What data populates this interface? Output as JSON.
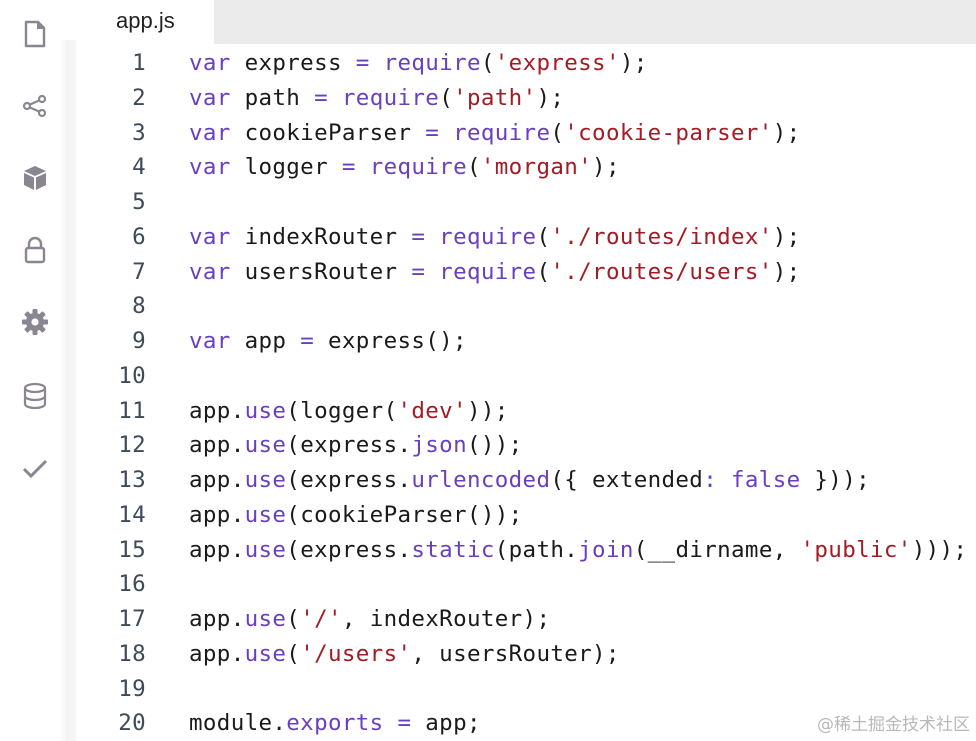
{
  "sidebar": {
    "items": [
      {
        "name": "file-icon"
      },
      {
        "name": "share-icon"
      },
      {
        "name": "package-icon"
      },
      {
        "name": "lock-icon"
      },
      {
        "name": "gear-icon"
      },
      {
        "name": "database-icon"
      },
      {
        "name": "check-icon"
      }
    ]
  },
  "tabs": [
    {
      "label": "app.js",
      "active": true
    }
  ],
  "colors": {
    "keyword": "#6a3fbf",
    "string": "#a31b24",
    "text": "#1a1a1a",
    "line_number": "#3e4a57",
    "icon": "#8a8590",
    "tabbar_bg": "#ebebeb"
  },
  "editor": {
    "lines": [
      {
        "n": "1",
        "tokens": [
          [
            "kw",
            "var"
          ],
          [
            "t",
            " express "
          ],
          [
            "op",
            "="
          ],
          [
            "t",
            " "
          ],
          [
            "fn",
            "require"
          ],
          [
            "t",
            "("
          ],
          [
            "str",
            "'express'"
          ],
          [
            "t",
            ");"
          ]
        ]
      },
      {
        "n": "2",
        "tokens": [
          [
            "kw",
            "var"
          ],
          [
            "t",
            " path "
          ],
          [
            "op",
            "="
          ],
          [
            "t",
            " "
          ],
          [
            "fn",
            "require"
          ],
          [
            "t",
            "("
          ],
          [
            "str",
            "'path'"
          ],
          [
            "t",
            ");"
          ]
        ]
      },
      {
        "n": "3",
        "tokens": [
          [
            "kw",
            "var"
          ],
          [
            "t",
            " cookieParser "
          ],
          [
            "op",
            "="
          ],
          [
            "t",
            " "
          ],
          [
            "fn",
            "require"
          ],
          [
            "t",
            "("
          ],
          [
            "str",
            "'cookie-parser'"
          ],
          [
            "t",
            ");"
          ]
        ]
      },
      {
        "n": "4",
        "tokens": [
          [
            "kw",
            "var"
          ],
          [
            "t",
            " logger "
          ],
          [
            "op",
            "="
          ],
          [
            "t",
            " "
          ],
          [
            "fn",
            "require"
          ],
          [
            "t",
            "("
          ],
          [
            "str",
            "'morgan'"
          ],
          [
            "t",
            ");"
          ]
        ]
      },
      {
        "n": "5",
        "tokens": []
      },
      {
        "n": "6",
        "tokens": [
          [
            "kw",
            "var"
          ],
          [
            "t",
            " indexRouter "
          ],
          [
            "op",
            "="
          ],
          [
            "t",
            " "
          ],
          [
            "fn",
            "require"
          ],
          [
            "t",
            "("
          ],
          [
            "str",
            "'./routes/index'"
          ],
          [
            "t",
            ");"
          ]
        ]
      },
      {
        "n": "7",
        "tokens": [
          [
            "kw",
            "var"
          ],
          [
            "t",
            " usersRouter "
          ],
          [
            "op",
            "="
          ],
          [
            "t",
            " "
          ],
          [
            "fn",
            "require"
          ],
          [
            "t",
            "("
          ],
          [
            "str",
            "'./routes/users'"
          ],
          [
            "t",
            ");"
          ]
        ]
      },
      {
        "n": "8",
        "tokens": []
      },
      {
        "n": "9",
        "tokens": [
          [
            "kw",
            "var"
          ],
          [
            "t",
            " app "
          ],
          [
            "op",
            "="
          ],
          [
            "t",
            " express();"
          ]
        ]
      },
      {
        "n": "10",
        "tokens": []
      },
      {
        "n": "11",
        "tokens": [
          [
            "t",
            "app."
          ],
          [
            "fn",
            "use"
          ],
          [
            "t",
            "(logger("
          ],
          [
            "str",
            "'dev'"
          ],
          [
            "t",
            "));"
          ]
        ]
      },
      {
        "n": "12",
        "tokens": [
          [
            "t",
            "app."
          ],
          [
            "fn",
            "use"
          ],
          [
            "t",
            "(express."
          ],
          [
            "fn",
            "json"
          ],
          [
            "t",
            "());"
          ]
        ]
      },
      {
        "n": "13",
        "tokens": [
          [
            "t",
            "app."
          ],
          [
            "fn",
            "use"
          ],
          [
            "t",
            "(express."
          ],
          [
            "fn",
            "urlencoded"
          ],
          [
            "t",
            "({ extended"
          ],
          [
            "op",
            ":"
          ],
          [
            "t",
            " "
          ],
          [
            "kw",
            "false"
          ],
          [
            "t",
            " }));"
          ]
        ]
      },
      {
        "n": "14",
        "tokens": [
          [
            "t",
            "app."
          ],
          [
            "fn",
            "use"
          ],
          [
            "t",
            "(cookieParser());"
          ]
        ]
      },
      {
        "n": "15",
        "tokens": [
          [
            "t",
            "app."
          ],
          [
            "fn",
            "use"
          ],
          [
            "t",
            "(express."
          ],
          [
            "fn",
            "static"
          ],
          [
            "t",
            "(path."
          ],
          [
            "fn",
            "join"
          ],
          [
            "t",
            "(__dirname, "
          ],
          [
            "str",
            "'public'"
          ],
          [
            "t",
            ")));"
          ]
        ]
      },
      {
        "n": "16",
        "tokens": []
      },
      {
        "n": "17",
        "tokens": [
          [
            "t",
            "app."
          ],
          [
            "fn",
            "use"
          ],
          [
            "t",
            "("
          ],
          [
            "str",
            "'/'"
          ],
          [
            "t",
            ", indexRouter);"
          ]
        ]
      },
      {
        "n": "18",
        "tokens": [
          [
            "t",
            "app."
          ],
          [
            "fn",
            "use"
          ],
          [
            "t",
            "("
          ],
          [
            "str",
            "'/users'"
          ],
          [
            "t",
            ", usersRouter);"
          ]
        ]
      },
      {
        "n": "19",
        "tokens": []
      },
      {
        "n": "20",
        "tokens": [
          [
            "t",
            "module."
          ],
          [
            "fn",
            "exports"
          ],
          [
            "t",
            " "
          ],
          [
            "op",
            "="
          ],
          [
            "t",
            " app;"
          ]
        ]
      }
    ]
  },
  "watermark": "@稀土掘金技术社区"
}
